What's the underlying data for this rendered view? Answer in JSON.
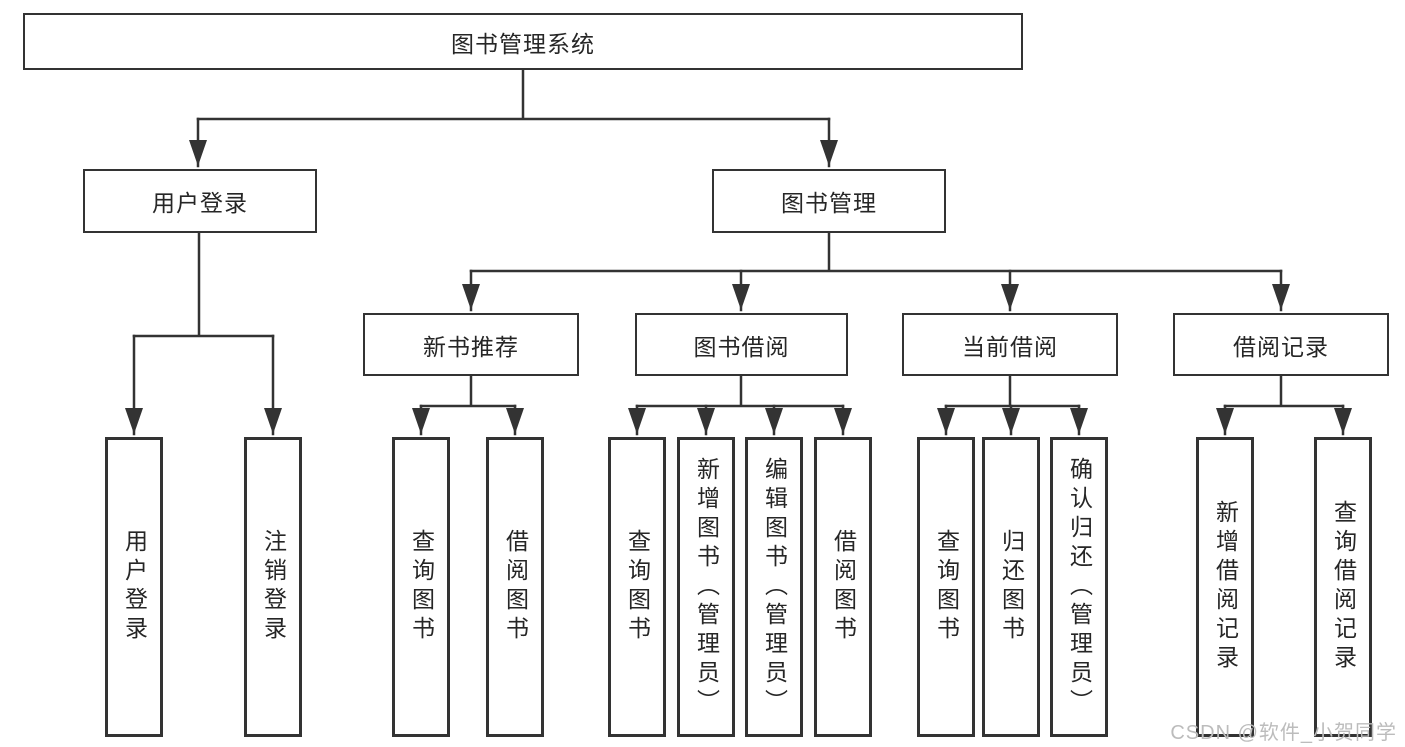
{
  "diagram_type": "functional-decomposition-tree",
  "colors": {
    "background": "#ffffff",
    "line": "#333333",
    "box_border": "#333333",
    "text": "#262626",
    "watermark": "#bcbcbc"
  },
  "tree": {
    "label": "图书管理系统",
    "children": [
      {
        "label": "用户登录",
        "children": [
          {
            "label": "用户登录"
          },
          {
            "label": "注销登录"
          }
        ]
      },
      {
        "label": "图书管理",
        "children": [
          {
            "label": "新书推荐",
            "children": [
              {
                "label": "查询图书"
              },
              {
                "label": "借阅图书"
              }
            ]
          },
          {
            "label": "图书借阅",
            "children": [
              {
                "label": "查询图书"
              },
              {
                "label": "新增图书（管理员）"
              },
              {
                "label": "编辑图书（管理员）"
              },
              {
                "label": "借阅图书"
              }
            ]
          },
          {
            "label": "当前借阅",
            "children": [
              {
                "label": "查询图书"
              },
              {
                "label": "归还图书"
              },
              {
                "label": "确认归还（管理员）"
              }
            ]
          },
          {
            "label": "借阅记录",
            "children": [
              {
                "label": "新增借阅记录"
              },
              {
                "label": "查询借阅记录"
              }
            ]
          }
        ]
      }
    ]
  },
  "watermark": {
    "text": "CSDN @软件_小贺同学"
  }
}
